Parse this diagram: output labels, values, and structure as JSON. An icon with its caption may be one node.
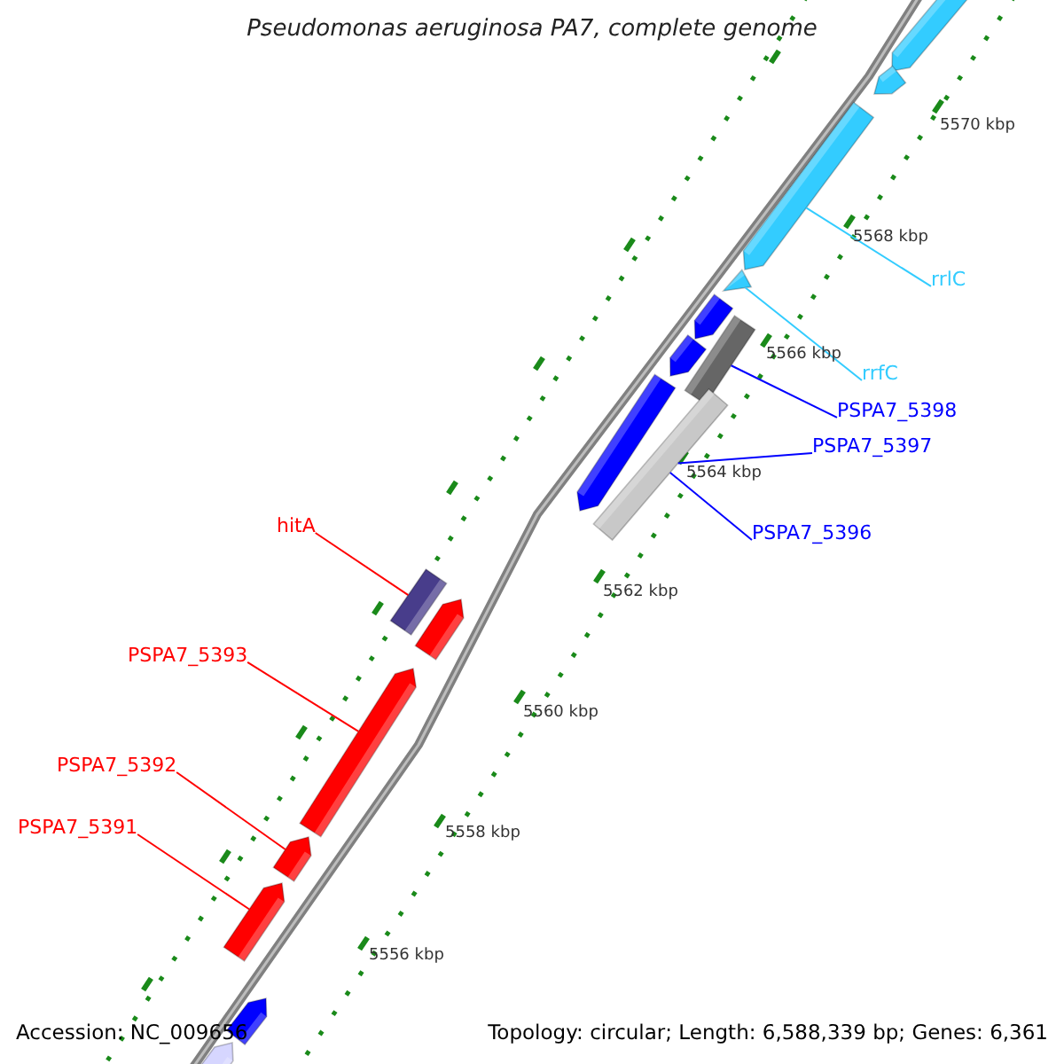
{
  "diagram": {
    "title": "Pseudomonas aeruginosa PA7, complete genome",
    "nodes": [
      {
        "text": [
          "rrlC"
        ]
      },
      {
        "text": [
          "rrfC"
        ]
      },
      {
        "text": [
          "PSPA7_5398"
        ]
      },
      {
        "text": [
          "PSPA7_5397"
        ]
      },
      {
        "text": [
          "PSPA7_5396"
        ]
      },
      {
        "text": [
          "hitA"
        ]
      },
      {
        "text": [
          "PSPA7_5393"
        ]
      },
      {
        "text": [
          "PSPA7_5392"
        ]
      },
      {
        "text": [
          "PSPA7_5391"
        ]
      },
      {
        "text": [],
        "shape": "arrow"
      },
      {
        "text": [],
        "shape": "arrow"
      },
      {
        "text": [],
        "shape": "arrow"
      },
      {
        "text": [],
        "shape": "triangle"
      },
      {
        "text": [],
        "shape": "arrow"
      },
      {
        "text": [],
        "shape": "bar"
      },
      {
        "text": [],
        "shape": "arrow"
      },
      {
        "text": [],
        "shape": "bar"
      },
      {
        "text": [],
        "shape": "arrow"
      },
      {
        "text": [],
        "shape": "arrow"
      },
      {
        "text": [],
        "shape": "bar"
      },
      {
        "text": [],
        "shape": "arrow"
      },
      {
        "text": [],
        "shape": "arrow"
      },
      {
        "text": [],
        "shape": "arrow"
      },
      {
        "text": [],
        "shape": "arrow"
      },
      {
        "text": [],
        "shape": "arrow"
      }
    ],
    "edges": [
      {
        "from": 0,
        "to": 11,
        "arrow": "none",
        "color": "#33ccff"
      },
      {
        "from": 1,
        "to": 12,
        "arrow": "none",
        "color": "#33ccff"
      },
      {
        "from": 2,
        "to": 14,
        "arrow": "none",
        "color": "#0000ff"
      },
      {
        "from": 3,
        "to": 16,
        "arrow": "none",
        "color": "#0000ff"
      },
      {
        "from": 4,
        "to": 16,
        "arrow": "none",
        "color": "#0000ff"
      },
      {
        "from": 5,
        "to": 19,
        "arrow": "none"
      },
      {
        "from": 6,
        "to": 20,
        "arrow": "none"
      },
      {
        "from": 7,
        "to": 21,
        "arrow": "none"
      },
      {
        "from": 8,
        "to": 22,
        "arrow": "none"
      }
    ],
    "labels": [
      "5570 kbp",
      "5568 kbp",
      "5566 kbp",
      "5564 kbp",
      "5562 kbp",
      "5560 kbp",
      "5558 kbp",
      "5556 kbp",
      "Accession: NC_009656",
      "Topology: circular; Length: 6,588,339 bp; Genes: 6,361"
    ]
  }
}
